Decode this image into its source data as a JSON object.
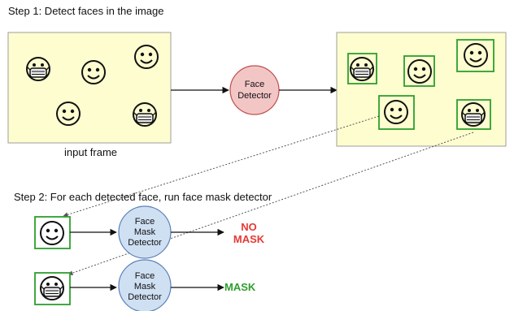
{
  "step1": {
    "heading": "Step 1: Detect faces in the image"
  },
  "step2": {
    "heading": "Step 2: For each detected face, run face mask detector"
  },
  "input_frame": {
    "caption": "input frame"
  },
  "face_detector": {
    "label_line1": "Face",
    "label_line2": "Detector",
    "fill": "#f3c6c6",
    "stroke": "#c0504d"
  },
  "mask_detector": {
    "label_line1": "Face",
    "label_line2": "Mask",
    "label_line3": "Detector",
    "fill": "#cfe0f3",
    "stroke": "#5b7fb6"
  },
  "results": {
    "no_mask_line1": "NO",
    "no_mask_line2": "MASK",
    "mask": "MASK",
    "no_mask_color": "#e53935",
    "mask_color": "#2e9e2e"
  },
  "colors": {
    "frame_fill": "#fdfdd0",
    "frame_stroke": "#9e9e9e",
    "detection_box": "#2e9e2e",
    "face_stroke": "#111111",
    "mask_fill": "#ececec"
  },
  "icons": [
    "smiley-face-icon",
    "masked-face-icon"
  ]
}
